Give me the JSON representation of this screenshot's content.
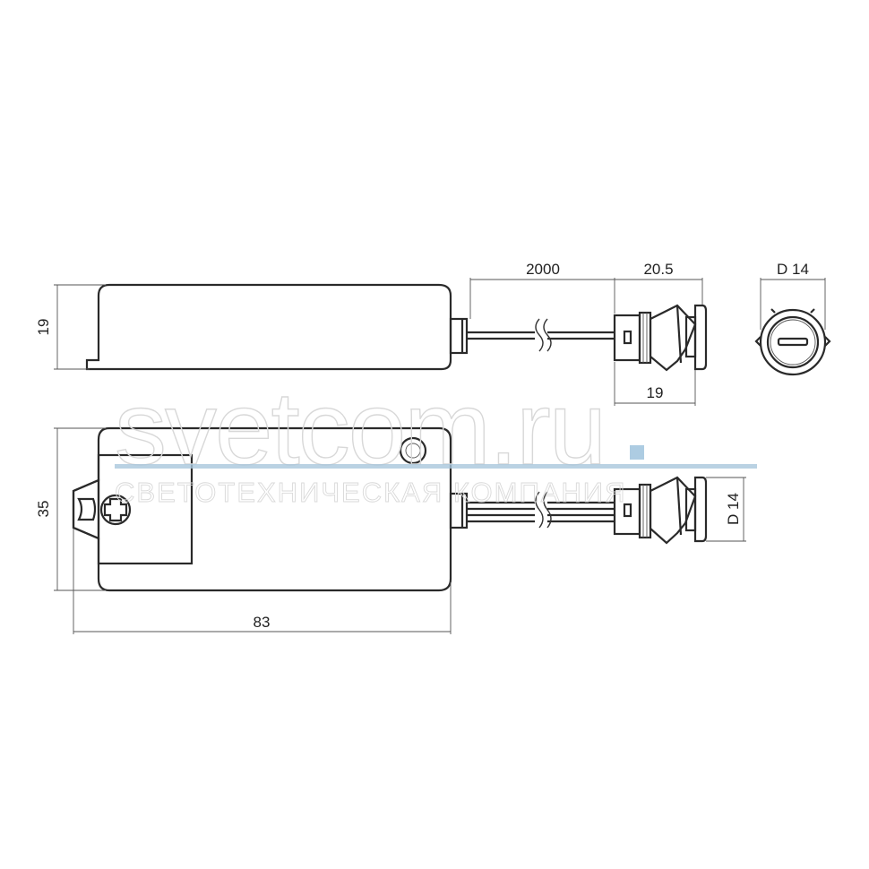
{
  "dimensions": {
    "side_height": "19",
    "cable_length": "2000",
    "sensor_length": "20.5",
    "sensor_depth": "19",
    "front_diameter": "D 14",
    "top_height": "35",
    "top_length": "83",
    "top_sensor_diameter": "D 14"
  },
  "watermark": {
    "brand": "svetcom.ru",
    "tagline": "СВЕТОТЕХНИЧЕСКАЯ КОМПАНИЯ"
  },
  "colors": {
    "line": "#2a2a2a",
    "watermark": "#d8d8d8",
    "watermark_bar": "#a9c7dc",
    "watermark_dot": "#9fc3dd"
  }
}
